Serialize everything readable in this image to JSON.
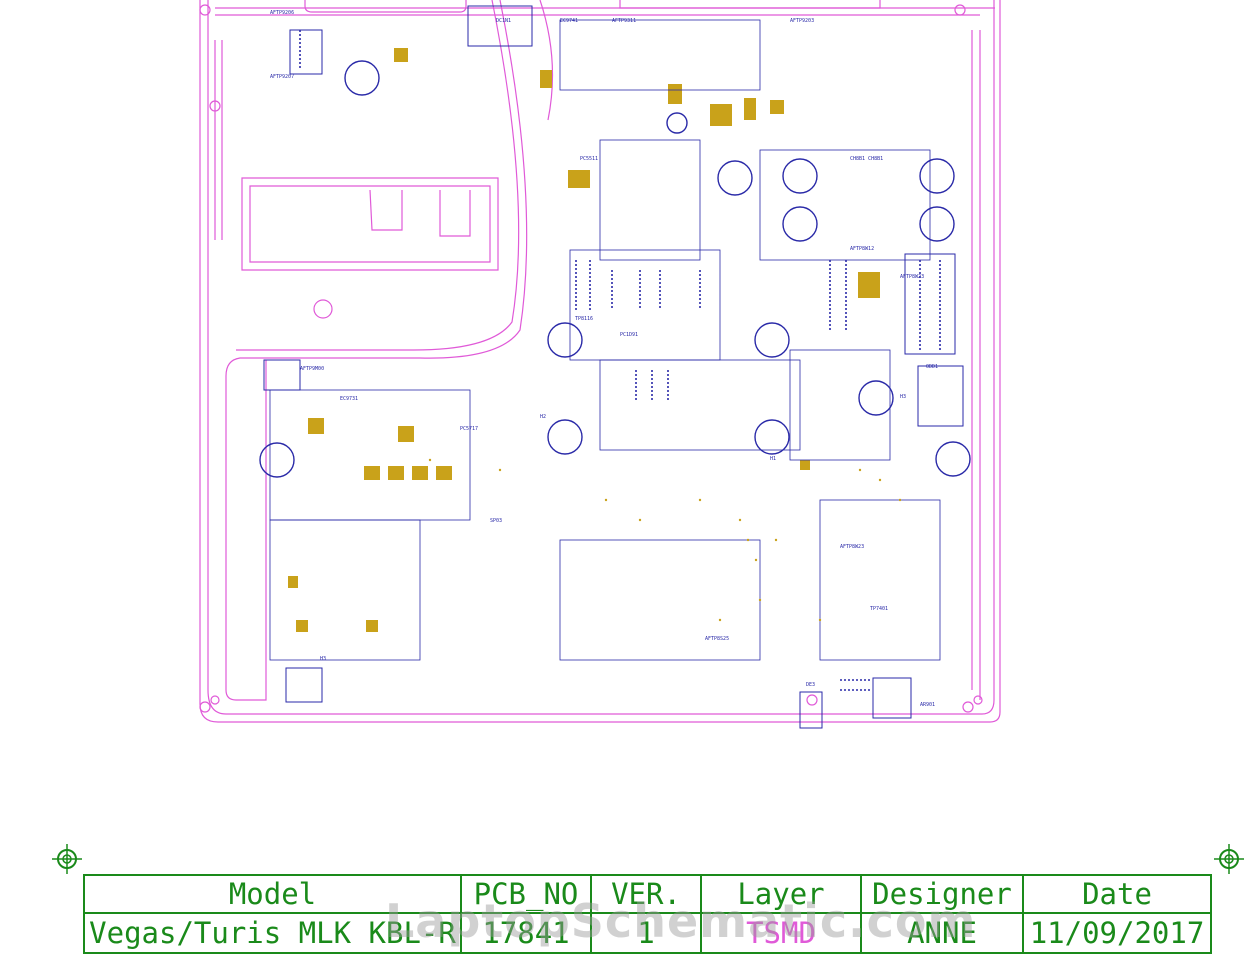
{
  "title_block": {
    "headers": {
      "model": "Model",
      "pcb_no": "PCB_NO",
      "ver": "VER.",
      "layer": "Layer",
      "designer": "Designer",
      "date": "Date"
    },
    "values": {
      "model": "Vegas/Turis MLK KBL-R",
      "pcb_no": "17841",
      "ver": "1",
      "layer": "TSMD",
      "designer": "ANNE",
      "date": "11/09/2017"
    }
  },
  "watermark": "LaptopSchematic.com",
  "colors": {
    "outline": "#e05ad8",
    "silkscreen": "#2a2aa8",
    "pad": "#c9a21a",
    "title_block": "#1a8a1a"
  },
  "icons": [
    "crosshair-icon",
    "mounting-hole-icon"
  ]
}
